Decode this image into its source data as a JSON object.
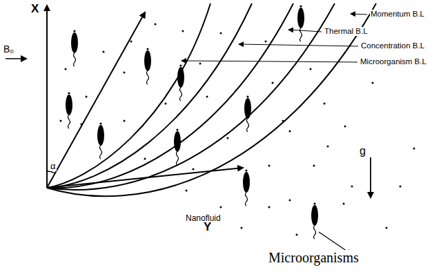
{
  "diagram": {
    "labels": [
      "X",
      "Momentum B.L",
      "Thermal B.L",
      "Concentration B.L",
      "Microorganism B.L",
      "B₀",
      "α",
      "g",
      "Nanofluid",
      "Y",
      "Microorganisms"
    ]
  }
}
